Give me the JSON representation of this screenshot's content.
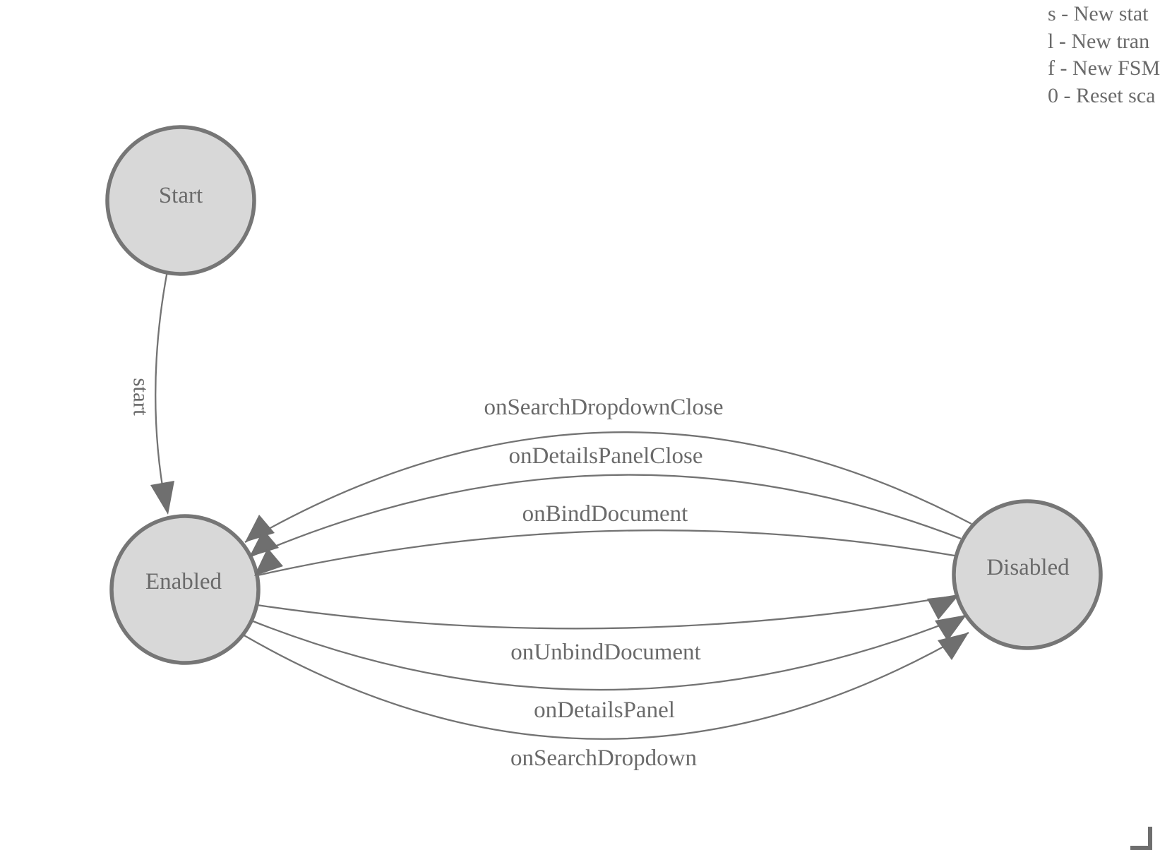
{
  "canvas": {
    "background": "#ffffff"
  },
  "legend": {
    "lines": [
      "s - New stat",
      "l - New tran",
      "f - New FSM",
      "0 - Reset sca"
    ]
  },
  "states": [
    {
      "label": "Start"
    },
    {
      "label": "Enabled"
    },
    {
      "label": "Disabled"
    }
  ],
  "transitions": [
    {
      "label": "start",
      "from": "Start",
      "to": "Enabled"
    },
    {
      "label": "onSearchDropdownClose",
      "from": "Disabled",
      "to": "Enabled"
    },
    {
      "label": "onDetailsPanelClose",
      "from": "Disabled",
      "to": "Enabled"
    },
    {
      "label": "onBindDocument",
      "from": "Disabled",
      "to": "Enabled"
    },
    {
      "label": "onUnbindDocument",
      "from": "Enabled",
      "to": "Disabled"
    },
    {
      "label": "onDetailsPanel",
      "from": "Enabled",
      "to": "Disabled"
    },
    {
      "label": "onSearchDropdown",
      "from": "Enabled",
      "to": "Disabled"
    }
  ],
  "colors": {
    "state_fill": "#d8d8d8",
    "state_border": "#767676",
    "edge_line": "#737373",
    "arrowhead": "#6f6f6f",
    "text": "#6a6a6a"
  }
}
